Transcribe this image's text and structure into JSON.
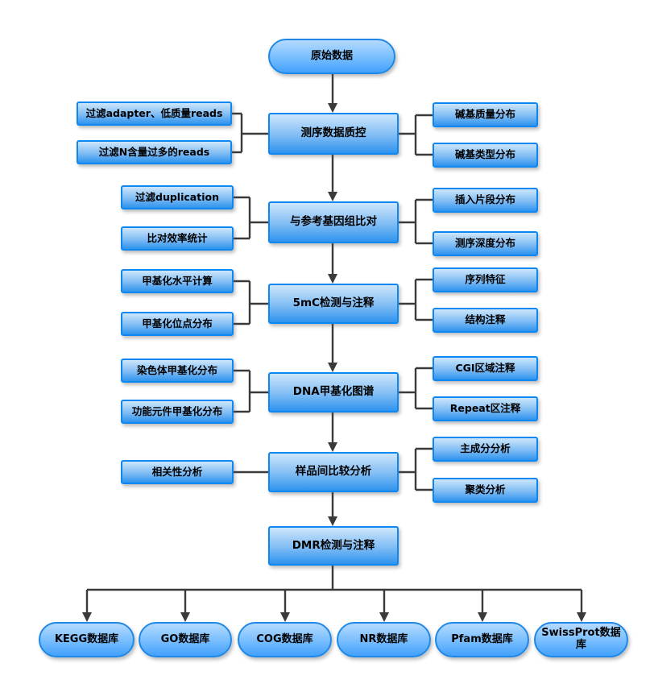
{
  "colors": {
    "node-border": "#0d87f2",
    "node-top": "#cde6fb",
    "node-bottom": "#2e93ee",
    "pill-border": "#1e88e8",
    "pill-top": "#b4daff",
    "pill-bottom": "#43a1fc",
    "line": "#3a3a3a"
  },
  "diagram": {
    "start": "原始数据",
    "rows": [
      {
        "main": "测序数据质控",
        "left": [
          "过滤adapter、低质量reads",
          "过滤N含量过多的reads"
        ],
        "right": [
          "碱基质量分布",
          "碱基类型分布"
        ]
      },
      {
        "main": "与参考基因组比对",
        "left": [
          "过滤duplication",
          "比对效率统计"
        ],
        "right": [
          "插入片段分布",
          "测序深度分布"
        ]
      },
      {
        "main": "5mC检测与注释",
        "left": [
          "甲基化水平计算",
          "甲基化位点分布"
        ],
        "right": [
          "序列特征",
          "结构注释"
        ]
      },
      {
        "main": "DNA甲基化图谱",
        "left": [
          "染色体甲基化分布",
          "功能元件甲基化分布"
        ],
        "right": [
          "CGI区域注释",
          "Repeat区注释"
        ]
      },
      {
        "main": "样品间比较分析",
        "left": [
          "相关性分析"
        ],
        "right": [
          "主成分分析",
          "聚类分析"
        ]
      }
    ],
    "dmr": "DMR检测与注释",
    "databases": [
      "KEGG数据库",
      "GO数据库",
      "COG数据库",
      "NR数据库",
      "Pfam数据库",
      "SwissProt数据库"
    ]
  }
}
